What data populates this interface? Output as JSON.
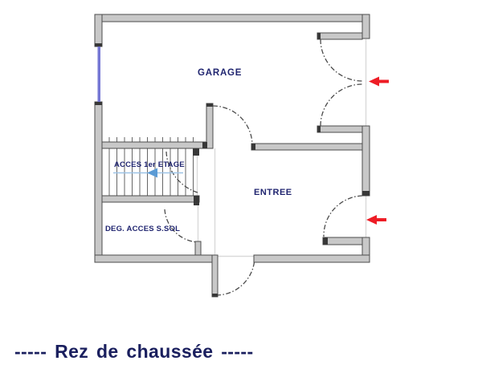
{
  "title": {
    "text": "-----  Rez de chaussée  -----"
  },
  "floor_plan": {
    "labels": {
      "garage": "GARAGE",
      "entree": "ENTREE",
      "stairs_up": "ACCES 1er ETAGE",
      "basement_access": "DEG. ACCES S.SOL"
    },
    "colors": {
      "wall_fill": "#c8c8c8",
      "wall_outline": "#4d4d4d",
      "wall_cap": "#383838",
      "label_navy": "#202570",
      "title_navy": "#1a1f5e",
      "window_blue": "#7577d4",
      "door_arc_gray": "#4a4a4a",
      "opening_line_gray": "#d9d9d9",
      "tread_gray": "#555555",
      "arrow_red": "#ee1c25",
      "stair_arrow_line": "#9dc3e6",
      "stair_arrow_head": "#5b9bd5"
    },
    "icons": {
      "garage_entrance_arrow": "left-arrow",
      "main_entrance_arrow": "left-arrow",
      "stair_direction_arrow": "left-arrow"
    }
  }
}
